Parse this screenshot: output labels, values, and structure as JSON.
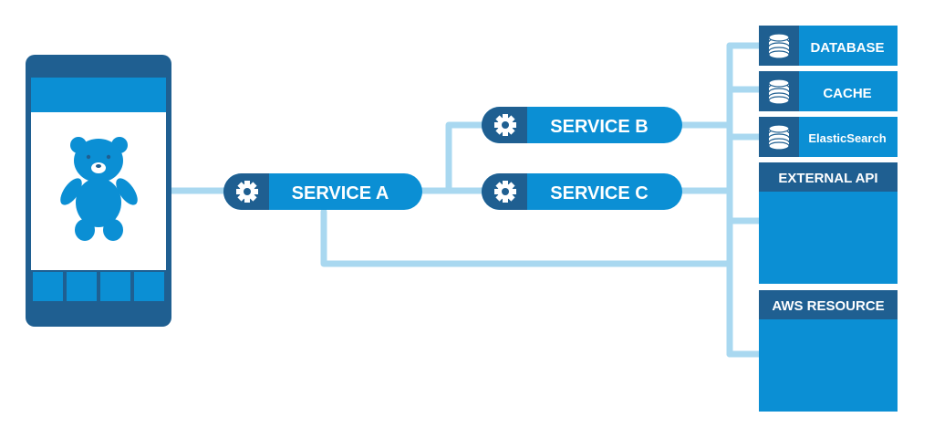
{
  "services": {
    "a": {
      "label": "SERVICE A",
      "icon": "gear-icon"
    },
    "b": {
      "label": "SERVICE B",
      "icon": "gear-icon"
    },
    "c": {
      "label": "SERVICE C",
      "icon": "gear-icon"
    }
  },
  "datastores": [
    {
      "label": "DATABASE",
      "icon": "database-icon"
    },
    {
      "label": "CACHE",
      "icon": "database-icon"
    },
    {
      "label": "ElasticSearch",
      "icon": "database-icon"
    }
  ],
  "external_api": {
    "label": "EXTERNAL API"
  },
  "aws_resource": {
    "label": "AWS RESOURCE"
  },
  "phone": {
    "icon": "teddy-bear-icon"
  },
  "colors": {
    "primary": "#0b8fd4",
    "dark": "#1f5f91",
    "connector": "#a9d8f0",
    "white": "#ffffff"
  }
}
